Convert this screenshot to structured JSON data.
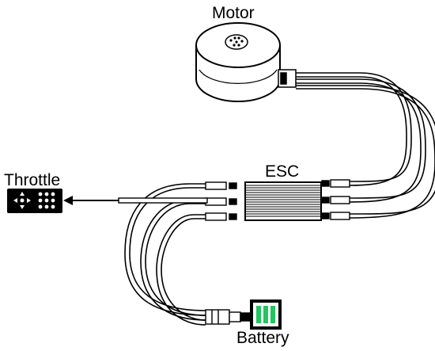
{
  "labels": {
    "motor": "Motor",
    "esc": "ESC",
    "throttle": "Throttle",
    "battery": "Battery"
  },
  "colors": {
    "line": "#000000",
    "battery_cells": "#22c55e",
    "throttle_body": "#000000",
    "throttle_dots": "#ffffff"
  },
  "icons": {
    "motor": "motor-icon",
    "esc": "esc-heatsink-icon",
    "throttle": "throttle-controller-icon",
    "battery": "battery-icon"
  }
}
